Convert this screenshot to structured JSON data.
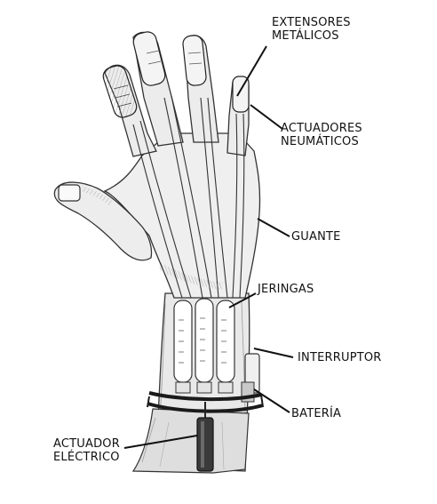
{
  "labels": {
    "extensores": [
      "EXTENSORES",
      "METÁLICOS"
    ],
    "actuadores_neumaticos": [
      "ACTUADORES",
      "NEUMÁTICOS"
    ],
    "guante": [
      "GUANTE"
    ],
    "jeringas": [
      "JERINGAS"
    ],
    "interruptor": [
      "INTERRUPTOR"
    ],
    "bateria": [
      "BATERÍA"
    ],
    "actuador_electrico": [
      "ACTUADOR",
      "ELÉCTRICO"
    ]
  }
}
